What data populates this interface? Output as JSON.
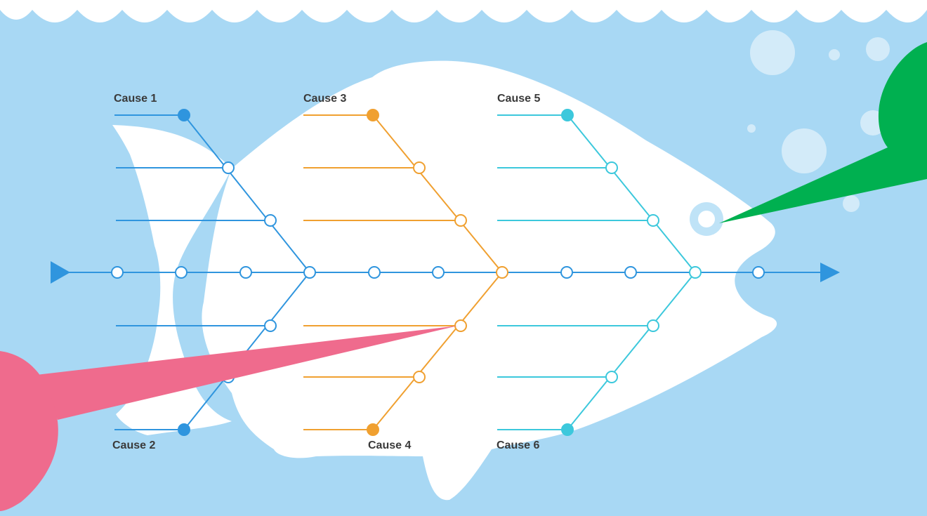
{
  "diagram": {
    "type": "fishbone",
    "causes": [
      {
        "id": "c1",
        "label": "Cause 1"
      },
      {
        "id": "c2",
        "label": "Cause 2"
      },
      {
        "id": "c3",
        "label": "Cause 3"
      },
      {
        "id": "c4",
        "label": "Cause 4"
      },
      {
        "id": "c5",
        "label": "Cause 5"
      },
      {
        "id": "c6",
        "label": "Cause 6"
      }
    ]
  },
  "colors": {
    "background": "#a8d8f4",
    "fish_body": "#ffffff",
    "spine": "#2f95de",
    "group_1": "#2f95de",
    "group_2": "#f0a030",
    "group_3": "#3cc8dc",
    "callout_pink": "#ef6b8d",
    "callout_green": "#00b050",
    "label_text": "#3a3a3a"
  }
}
